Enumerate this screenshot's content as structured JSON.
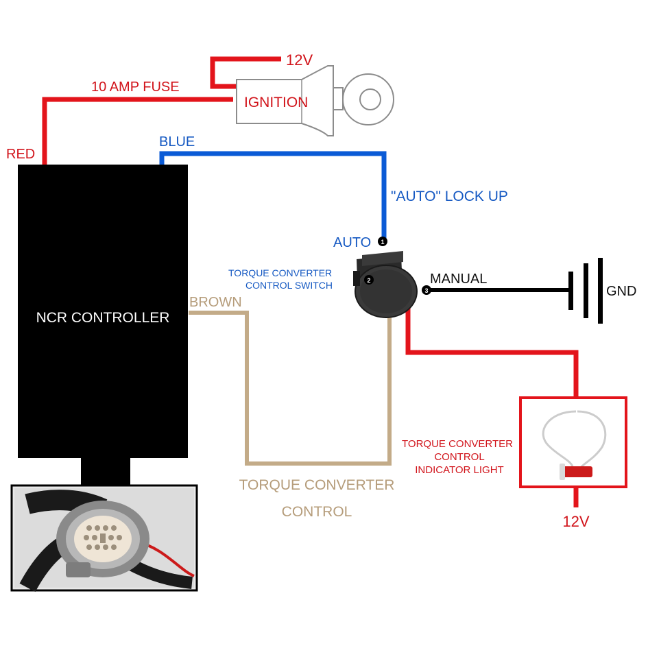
{
  "labels": {
    "v12_top": "12V",
    "fuse": "10 AMP FUSE",
    "ignition": "IGNITION",
    "red": "RED",
    "blue": "BLUE",
    "auto_lockup": "\"AUTO\" LOCK UP",
    "auto": "AUTO",
    "switch_line1": "TORQUE CONVERTER",
    "switch_line2": "CONTROL SWITCH",
    "manual": "MANUAL",
    "gnd": "GND",
    "brown": "BROWN",
    "controller": "NCR CONTROLLER",
    "tcc_line1": "TORQUE CONVERTER",
    "tcc_line2": "CONTROL",
    "light_line1": "TORQUE CONVERTER",
    "light_line2": "CONTROL",
    "light_line3": "INDICATOR LIGHT",
    "v12_bottom": "12V",
    "pin1": "1",
    "pin2": "2",
    "pin3": "3"
  },
  "colors": {
    "red_wire": "#e3141b",
    "blue_wire": "#0b5bd6",
    "brown_wire": "#c3ab88",
    "black": "#000000",
    "red_text": "#d1131a",
    "blue_text": "#1458c2",
    "brown_text": "#b59c7a",
    "dark_text": "#111111"
  },
  "icons": {
    "ignition": "ignition-key-switch-icon",
    "switch": "rocker-switch-icon",
    "ground": "ground-symbol-icon",
    "light": "indicator-light-icon",
    "connector": "wiring-harness-connector-photo"
  }
}
